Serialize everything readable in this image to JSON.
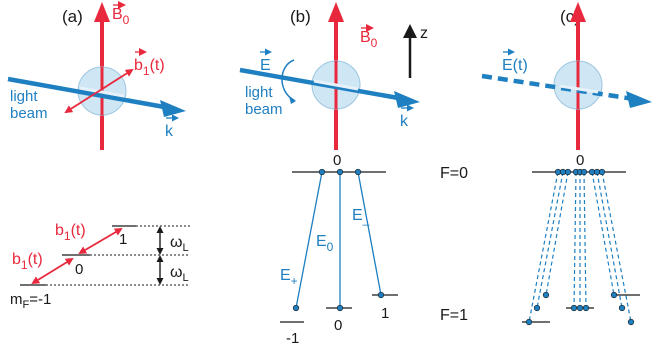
{
  "panels": {
    "a": {
      "label": "(a)",
      "field_symbol": "B",
      "field_subscript": "0",
      "rf_symbol": "b",
      "rf_subscript": "1",
      "rf_suffix": "(t)",
      "light_line1": "light",
      "light_line2": "beam",
      "k_label": "k",
      "levels": {
        "level_top": "1",
        "level_mid": "0",
        "level_bottom_prefix": "m",
        "level_bottom_subscript": "F",
        "level_bottom_suffix": "=-1",
        "omega_symbol": "ω",
        "omega_subscript": "L"
      }
    },
    "b": {
      "label": "(b)",
      "field_symbol": "B",
      "field_subscript": "0",
      "e_symbol": "E",
      "z_label": "z",
      "light_line1": "light",
      "light_line2": "beam",
      "k_label": "k",
      "top_level": "0",
      "sub_levels": [
        "-1",
        "0",
        "1"
      ],
      "e_plus": "E",
      "e_plus_sub": "+",
      "e_zero": "E",
      "e_zero_sub": "0",
      "e_minus": "E",
      "e_minus_sub": "_",
      "f_upper": "F=0",
      "f_lower": "F=1"
    },
    "c": {
      "label": "(c)",
      "e_symbol": "E",
      "e_suffix": "(t)",
      "top_level": "0"
    }
  },
  "colors": {
    "red": "#e8283c",
    "blue": "#1e7fc1",
    "atom_fill": "#cfe6f5",
    "black": "#1a1a1a"
  }
}
